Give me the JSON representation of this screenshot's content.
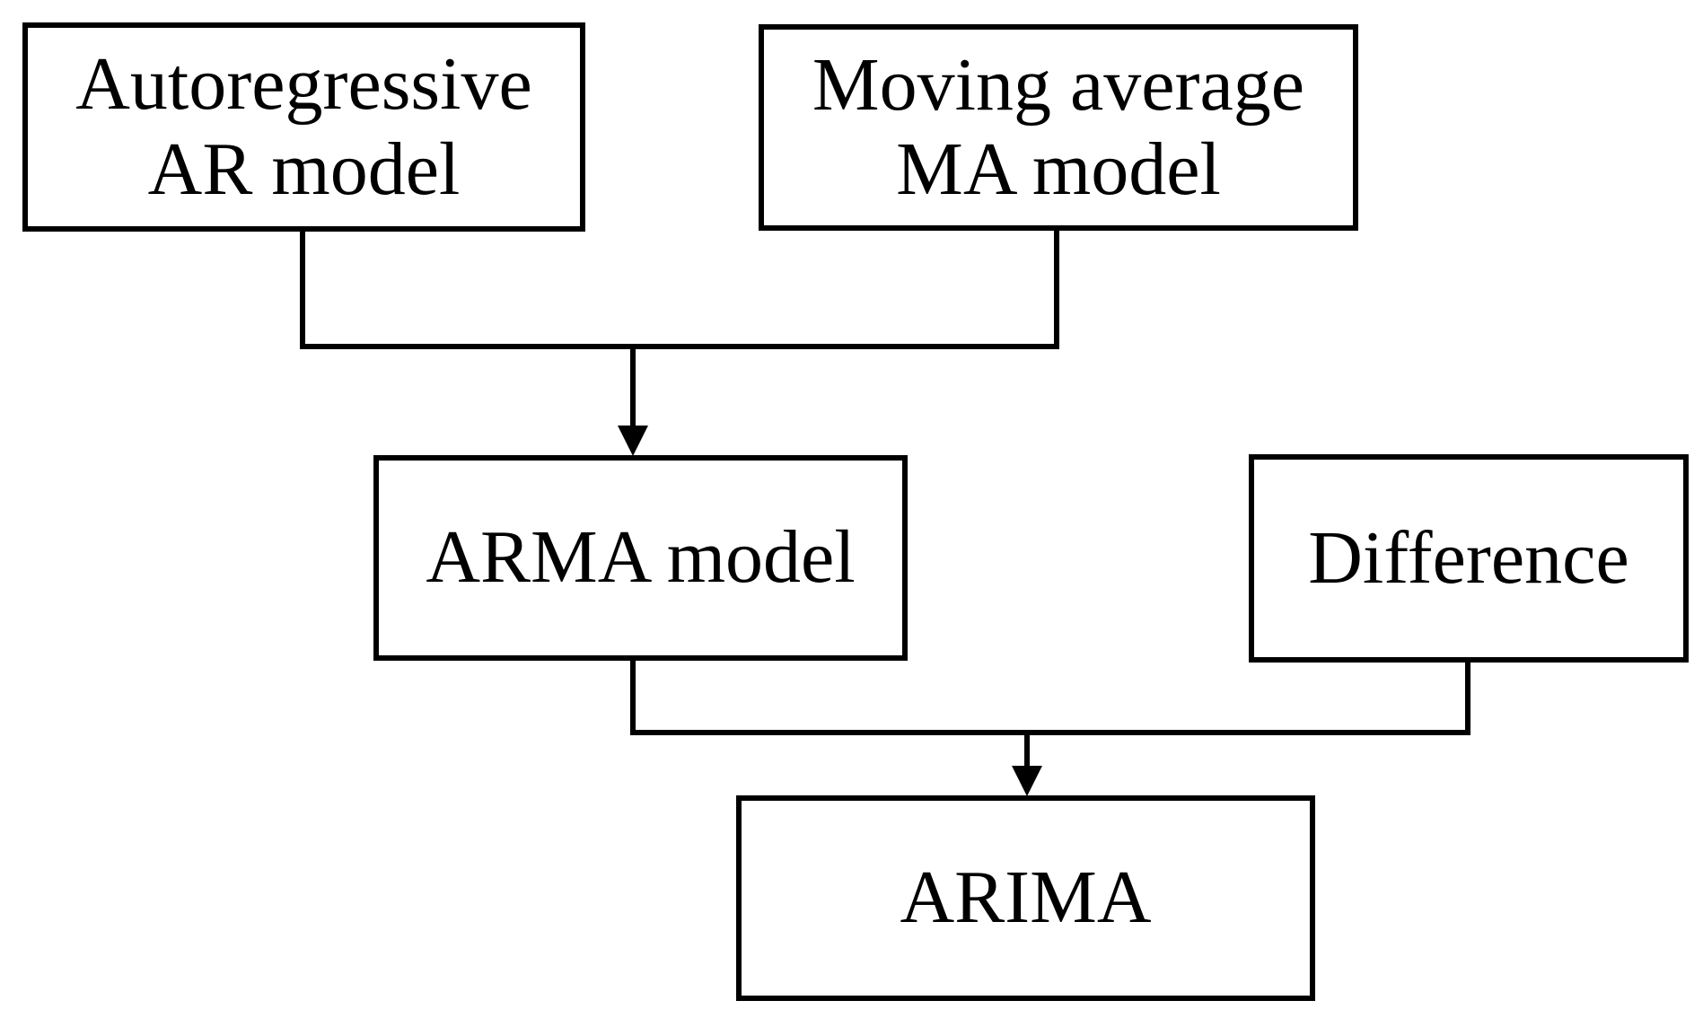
{
  "diagram": {
    "type": "flowchart",
    "colors": {
      "stroke": "#000000",
      "background": "#ffffff",
      "text": "#000000"
    },
    "nodes": {
      "ar": {
        "line1": "Autoregressive",
        "line2": "AR model"
      },
      "ma": {
        "line1": "Moving average",
        "line2": "MA model"
      },
      "arma": {
        "label": "ARMA model"
      },
      "difference": {
        "label": "Difference"
      },
      "arima": {
        "label": "ARIMA"
      }
    },
    "edges": [
      {
        "from": [
          "ar",
          "ma"
        ],
        "to": "arma",
        "arrow": true
      },
      {
        "from": [
          "arma",
          "difference"
        ],
        "to": "arima",
        "arrow": true
      }
    ]
  }
}
